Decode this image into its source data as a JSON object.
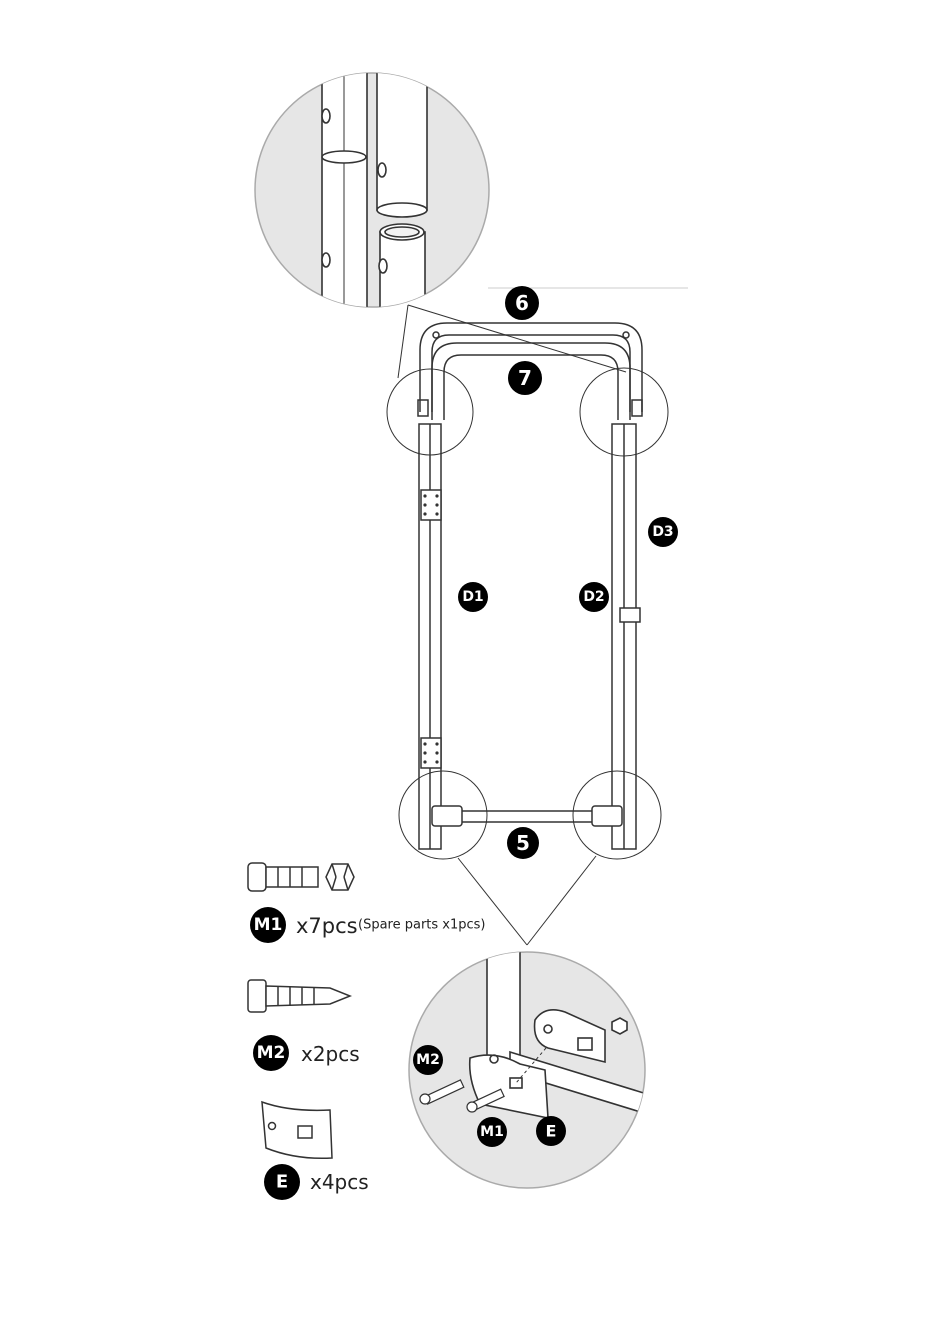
{
  "labels": {
    "part_6": "6",
    "part_7": "7",
    "part_5": "5",
    "part_d1": "D1",
    "part_d2": "D2",
    "part_d3": "D3",
    "callout_m2": "M2",
    "callout_m1": "M1",
    "callout_e": "E"
  },
  "hardware": [
    {
      "code": "M1",
      "qty": "x7pcs",
      "note": "(Spare parts x1pcs)"
    },
    {
      "code": "M2",
      "qty": "x2pcs",
      "note": ""
    },
    {
      "code": "E",
      "qty": "x4pcs",
      "note": ""
    }
  ],
  "colors": {
    "line": "#333333",
    "badge": "#000000",
    "zoom_fill": "#e6e6e6",
    "zoom_outline": "#aaaaaa"
  }
}
